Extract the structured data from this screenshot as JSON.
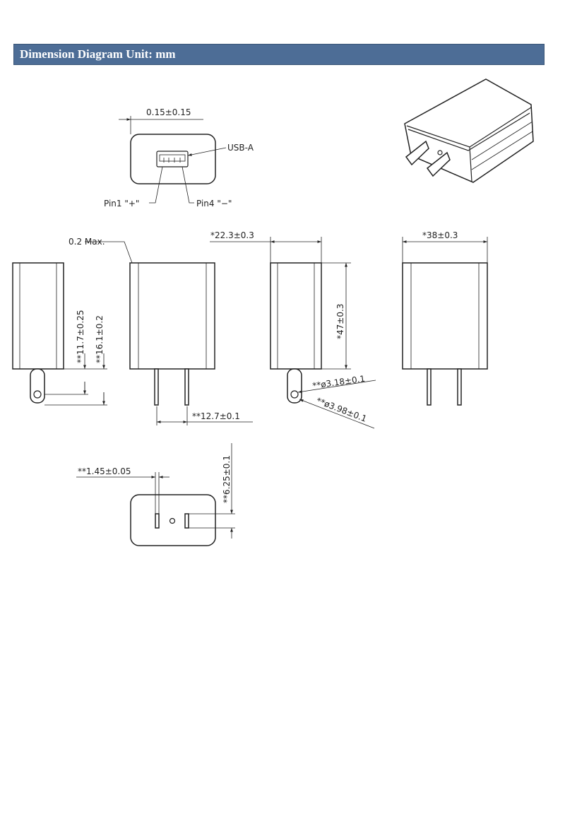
{
  "header": {
    "title": "Dimension Diagram Unit: mm"
  },
  "labels": {
    "usb_offset": "0.15±0.15",
    "usb_type": "USB-A",
    "pin1": "Pin1  \"+\"",
    "pin4": "Pin4  \"−\"",
    "max_gap": "0.2  Max.",
    "depth": "*22.3±0.3",
    "width": "*38±0.3",
    "height": "*47±0.3",
    "pin_hole_a": "**11.7±0.25",
    "pin_length": "**16.1±0.2",
    "pin_spacing": "**12.7±0.1",
    "hole_dia_inner": "**ø3.18±0.1",
    "hole_dia_outer": "**ø3.98±0.1",
    "pin_thickness": "**1.45±0.05",
    "pin_width": "**6.25±0.1"
  },
  "colors": {
    "header_bg": "#4d6d96",
    "header_text": "#ffffff",
    "line": "#222222"
  }
}
